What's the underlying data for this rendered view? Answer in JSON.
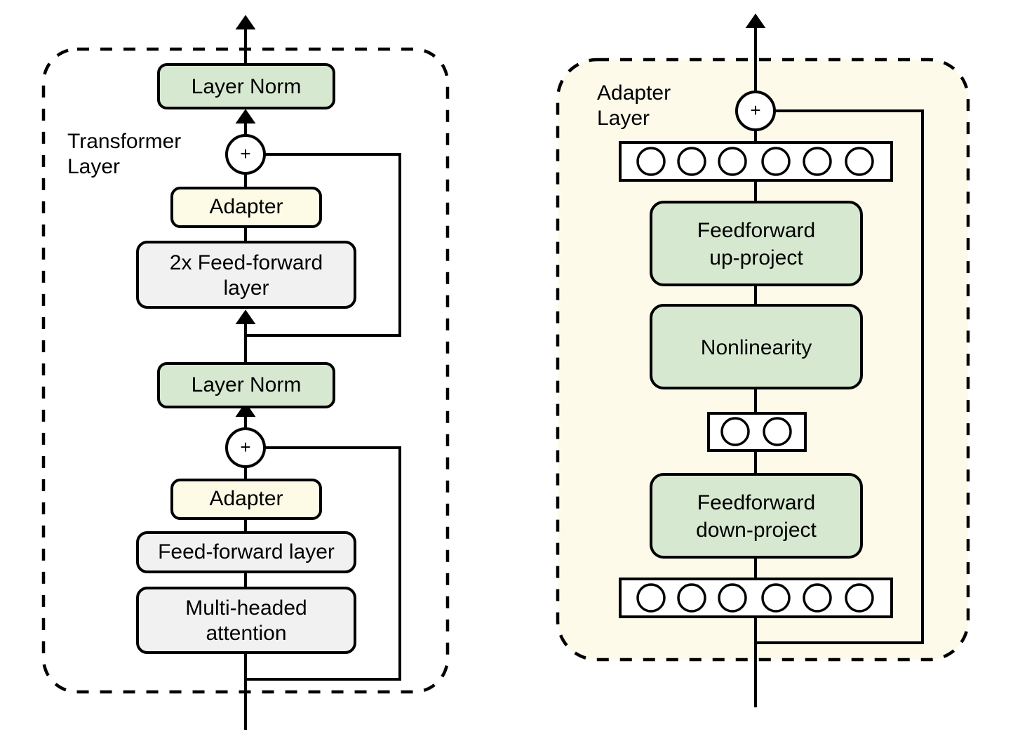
{
  "figure": {
    "title": "Transformer layer with adapter modules and adapter layer internals",
    "background_color": "#ffffff"
  },
  "colors": {
    "green_fill": "#d6e8d0",
    "cream_fill": "#fdfae5",
    "grey_fill": "#f1f1f1",
    "panel_fill": "#fdfaea",
    "white_fill": "#ffffff",
    "stroke": "#000000"
  },
  "left_panel": {
    "label": "Transformer\nLayer",
    "label_line1": "Transformer",
    "label_line2": "Layer",
    "blocks": [
      {
        "id": "layer-norm-top",
        "label": "Layer Norm",
        "fill": "green"
      },
      {
        "id": "adapter-top",
        "label": "Adapter",
        "fill": "cream"
      },
      {
        "id": "feed-forward-2x",
        "label": "2x Feed-forward\nlayer",
        "line1": "2x Feed-forward",
        "line2": "layer",
        "fill": "grey"
      },
      {
        "id": "layer-norm-bottom",
        "label": "Layer Norm",
        "fill": "green"
      },
      {
        "id": "adapter-bottom",
        "label": "Adapter",
        "fill": "cream"
      },
      {
        "id": "feed-forward-layer",
        "label": "Feed-forward layer",
        "fill": "grey"
      },
      {
        "id": "multi-headed-attention",
        "label": "Multi-headed\nattention",
        "line1": "Multi-headed",
        "line2": "attention",
        "fill": "grey"
      }
    ],
    "adders": [
      {
        "id": "adder-top",
        "label": "+"
      },
      {
        "id": "adder-bottom",
        "label": "+"
      }
    ]
  },
  "right_panel": {
    "label": "Adapter\nLayer",
    "label_line1": "Adapter",
    "label_line2": "Layer",
    "blocks": [
      {
        "id": "feedforward-up-project",
        "label": "Feedforward\nup-project",
        "line1": "Feedforward",
        "line2": "up-project",
        "fill": "green"
      },
      {
        "id": "nonlinearity",
        "label": "Nonlinearity",
        "fill": "green"
      },
      {
        "id": "feedforward-down-project",
        "label": "Feedforward\ndown-project",
        "line1": "Feedforward",
        "line2": "down-project",
        "fill": "green"
      }
    ],
    "adders": [
      {
        "id": "adder-adapter",
        "label": "+"
      }
    ],
    "unit_rows": [
      {
        "id": "units-output-row",
        "count": 6
      },
      {
        "id": "units-bottleneck-row",
        "count": 2
      },
      {
        "id": "units-input-row",
        "count": 6
      }
    ]
  }
}
